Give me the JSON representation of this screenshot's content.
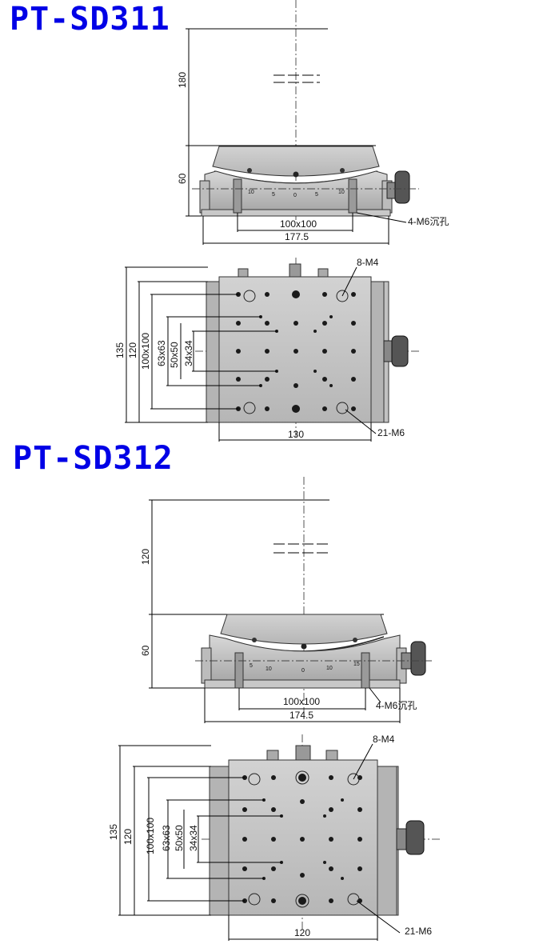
{
  "models": [
    {
      "title": "PT-SD311",
      "front": {
        "height_top": "180",
        "height_body": "60",
        "mount": "100x100",
        "width": "177.5",
        "holes": "4-M6沉孔",
        "scale_left": [
          "10",
          "5",
          "0",
          "5",
          "10"
        ]
      },
      "top": {
        "height_outer": "135",
        "height_inner": "120",
        "pitch_100": "100x100",
        "pitch_63": "63x63",
        "pitch_50": "50x50",
        "pitch_34": "34x34",
        "width": "130",
        "holes_small": "8-M4",
        "holes_large": "21-M6"
      }
    },
    {
      "title": "PT-SD312",
      "front": {
        "height_top": "120",
        "height_body": "60",
        "mount": "100x100",
        "width": "174.5",
        "holes": "4-M6沉孔",
        "scale_left": [
          "5",
          "10",
          "0",
          "10",
          "15"
        ]
      },
      "top": {
        "height_outer": "135",
        "height_inner": "120",
        "pitch_100": "100x100",
        "pitch_63": "63x63",
        "pitch_50": "50x50",
        "pitch_34": "34x34",
        "width": "120",
        "holes_small": "8-M4",
        "holes_large": "21-M6"
      }
    }
  ]
}
